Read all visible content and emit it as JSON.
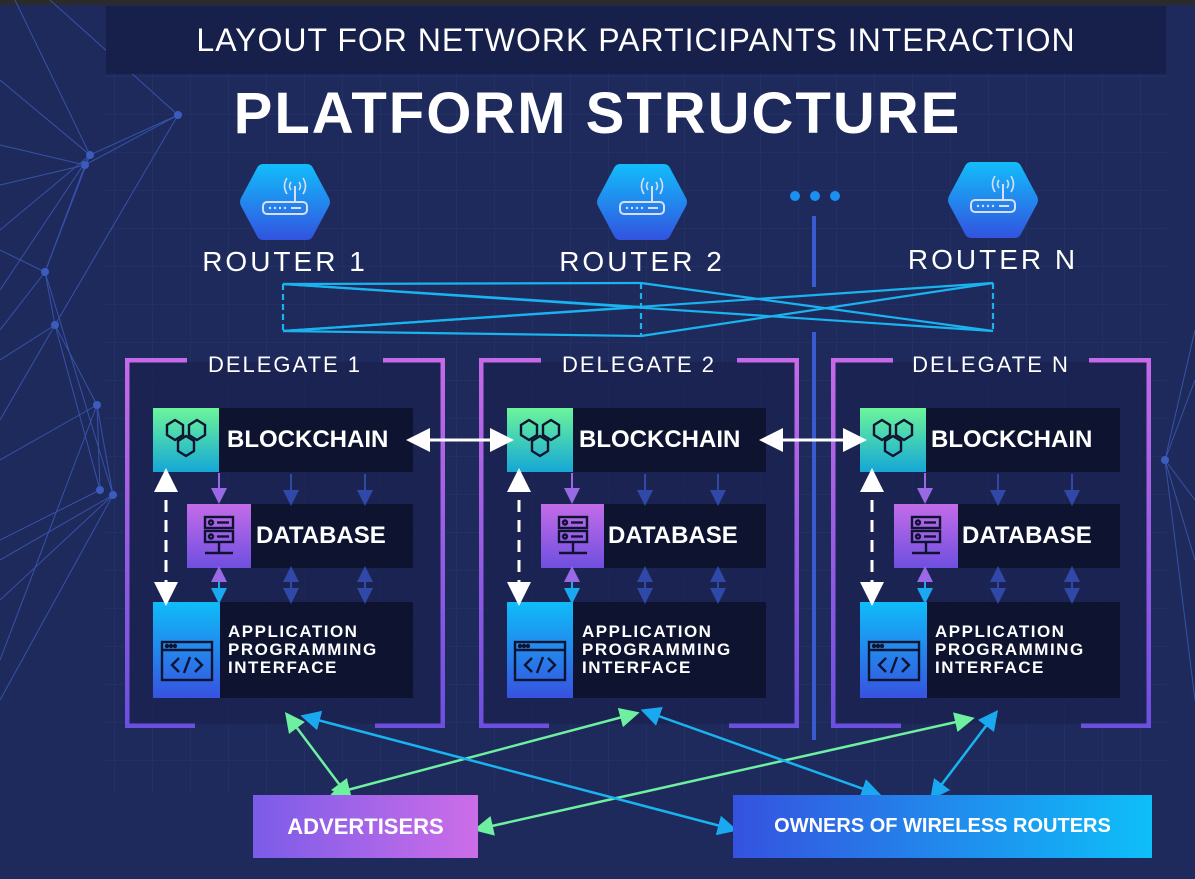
{
  "header": {
    "subtitle": "LAYOUT FOR NETWORK PARTICIPANTS INTERACTION",
    "title": "PLATFORM STRUCTURE"
  },
  "routers": [
    {
      "label": "ROUTER 1",
      "icon": "wifi-router-icon"
    },
    {
      "label": "ROUTER 2",
      "icon": "wifi-router-icon"
    },
    {
      "label": "ROUTER N",
      "icon": "wifi-router-icon"
    }
  ],
  "ellipsis_icon": "more-dots-icon",
  "delegates": [
    {
      "label": "DELEGATE 1",
      "blockchain": "BLOCKCHAIN",
      "database": "DATABASE",
      "api": [
        "APPLICATION",
        "PROGRAMMING",
        "INTERFACE"
      ]
    },
    {
      "label": "DELEGATE 2",
      "blockchain": "BLOCKCHAIN",
      "database": "DATABASE",
      "api": [
        "APPLICATION",
        "PROGRAMMING",
        "INTERFACE"
      ]
    },
    {
      "label": "DELEGATE N",
      "blockchain": "BLOCKCHAIN",
      "database": "DATABASE",
      "api": [
        "APPLICATION",
        "PROGRAMMING",
        "INTERFACE"
      ]
    }
  ],
  "actors": {
    "advertisers": "ADVERTISERS",
    "owners": "OWNERS OF WIRELESS ROUTERS"
  },
  "colors": {
    "background": "#1f2a5c",
    "title_band": "#17204a",
    "router_links": "#19b4f0",
    "delegate_frame": "#b565e6",
    "advertiser_arrow": "#6df0a0",
    "owner_arrow": "#19b4f0"
  }
}
